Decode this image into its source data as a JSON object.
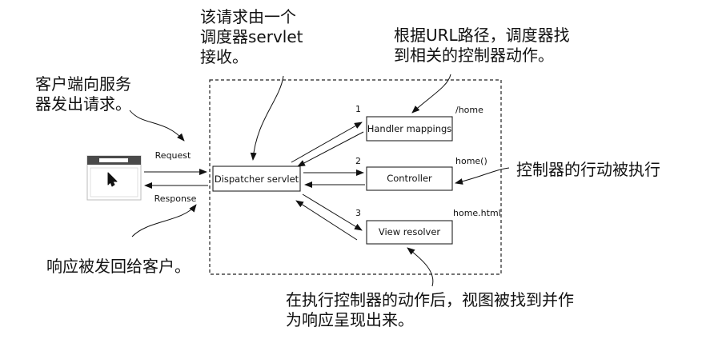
{
  "annotations": {
    "client_request": [
      "客户端向服务",
      "器发出请求。"
    ],
    "dispatcher_receive": [
      "该请求由一个",
      "调度器servlet",
      "接收。"
    ],
    "handler_lookup": [
      "根据URL路径，调度器找",
      "到相关的控制器动作。"
    ],
    "controller_exec": [
      "控制器的行动被执行"
    ],
    "response_back": [
      "响应被发回给客户。"
    ],
    "view_render": [
      "在执行控制器的动作后，视图被找到并作",
      "为响应呈现出来。"
    ]
  },
  "arrows": {
    "request": "Request",
    "response": "Response"
  },
  "boxes": {
    "dispatcher": "Dispatcher servlet",
    "handler_mappings": "Handler mappings",
    "controller": "Controller",
    "view_resolver": "View resolver"
  },
  "steps": [
    "1",
    "2",
    "3"
  ],
  "paths": {
    "home": "/home",
    "home_method": "home()",
    "home_html": "home.html"
  },
  "icons": {
    "browser": "browser-window-icon",
    "cursor": "mouse-cursor-icon"
  }
}
